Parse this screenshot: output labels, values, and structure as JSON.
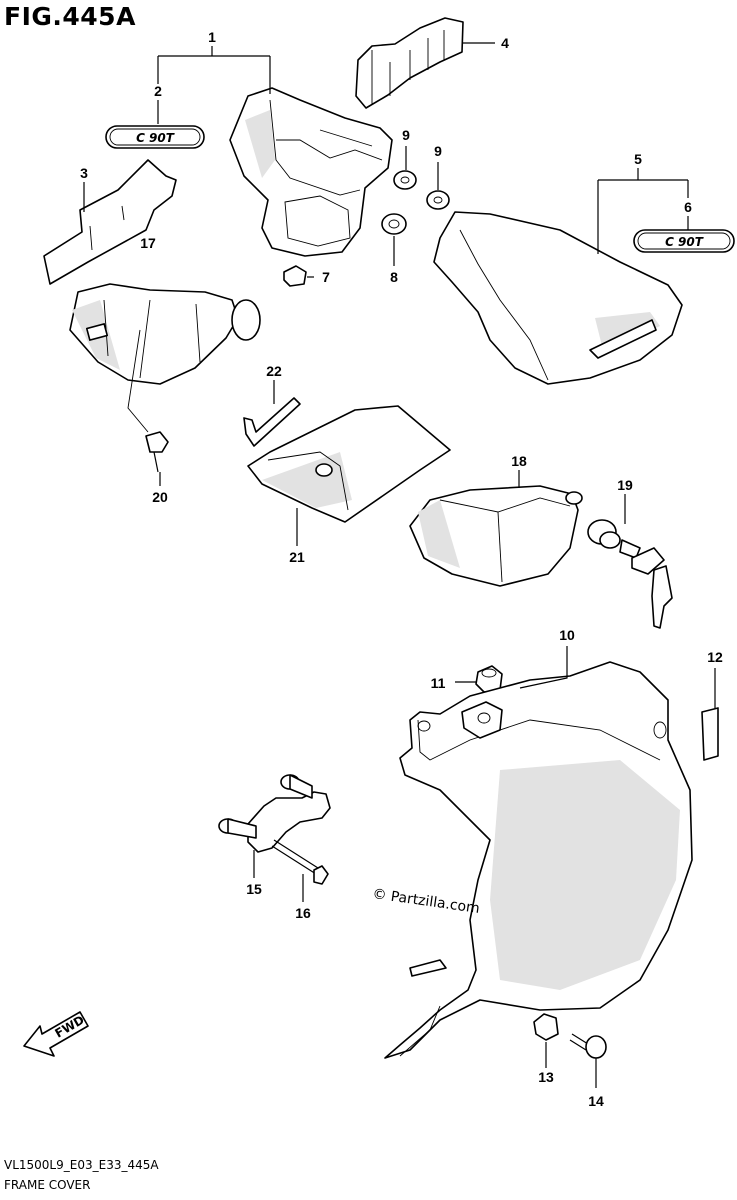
{
  "figure": {
    "title": "FIG.445A",
    "code": "VL1500L9_E03_E33_445A",
    "caption": "FRAME COVER",
    "watermark": "© Partzilla.com",
    "fwd_label": "FWD",
    "emblem_text": "C 90T"
  },
  "callouts": [
    "1",
    "2",
    "3",
    "4",
    "5",
    "6",
    "7",
    "8",
    "9",
    "9",
    "10",
    "11",
    "12",
    "13",
    "14",
    "15",
    "16",
    "17",
    "18",
    "19",
    "20",
    "21",
    "22"
  ]
}
